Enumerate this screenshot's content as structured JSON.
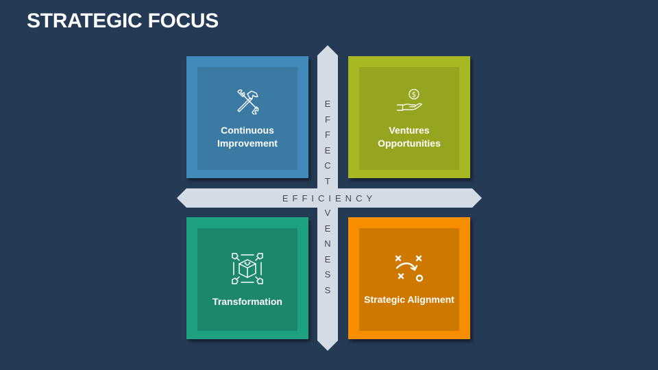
{
  "slide": {
    "title": "STRATEGIC FOCUS",
    "background_color": "#253a55"
  },
  "axes": {
    "horizontal": {
      "label": "EFFICIENCY",
      "color": "#d4dbe5"
    },
    "vertical": {
      "label": "EFFECTIVENESS",
      "visible_top_letters": [
        "E",
        "F",
        "F",
        "E",
        "C",
        "T"
      ],
      "visible_bottom_letters": [
        "V",
        "E",
        "N",
        "E",
        "S",
        "S"
      ],
      "color": "#d4dbe5"
    }
  },
  "quadrants": [
    {
      "id": "q1",
      "label": "Continuous Improvement",
      "icon": "tools-icon",
      "outer_color": "#418ab9",
      "inner_color": "#3a7aa3"
    },
    {
      "id": "q2",
      "label": "Ventures Opportunities",
      "icon": "hand-dollar-icon",
      "outer_color": "#a8b822",
      "inner_color": "#97a420"
    },
    {
      "id": "q3",
      "label": "Transformation",
      "icon": "cube-expand-icon",
      "outer_color": "#1ea180",
      "inner_color": "#1c876c"
    },
    {
      "id": "q4",
      "label": "Strategic Alignment",
      "icon": "strategy-play-icon",
      "outer_color": "#f68e00",
      "inner_color": "#cf7800"
    }
  ]
}
